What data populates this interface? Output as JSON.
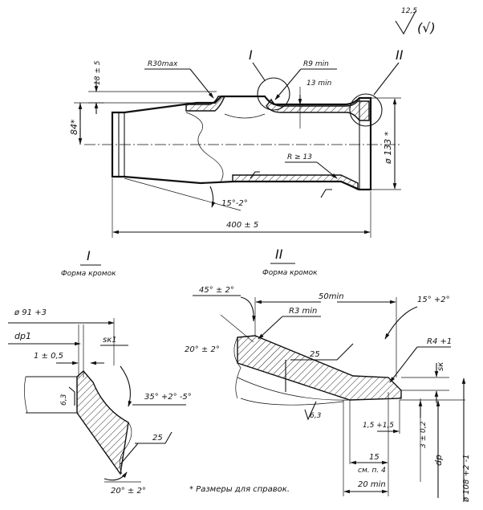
{
  "roughness": {
    "value": "12,5"
  },
  "main_view": {
    "r30": "R30max",
    "r9": "R9 min",
    "r13": "R ≥ 13",
    "min13": "13 min",
    "dim18": "18 ± 5",
    "dim84": "84*",
    "dia133": "ø 133 *",
    "angle15": "15°-2°",
    "length": "400 ± 5",
    "callout_1": "I",
    "callout_2": "II"
  },
  "detail_1": {
    "numeral": "I",
    "caption": "Форма кромок",
    "dia91": "ø 91 +3",
    "dp1": "dp1",
    "sk1": "sк1",
    "dim1": "1 ± 0,5",
    "r63": "6,3",
    "angle35": "35° +2° -5°",
    "r25": "25",
    "angle20": "20° ± 2°"
  },
  "detail_2": {
    "numeral": "II",
    "caption": "Форма кромок",
    "angle45": "45° ± 2°",
    "min50": "50min",
    "angle15": "15° +2°",
    "r3": "R3 min",
    "angle20": "20° ± 2°",
    "r25": "25",
    "r4": "R4 +1",
    "sk": "sк",
    "r63": "6,3",
    "dim15_1": "1,5 +1,5",
    "dim3": "3 ± 0,2",
    "dim15": "15",
    "note_ref": "см. п. 4",
    "min20": "20 min",
    "dp": "dp",
    "dia108": "ø 108 +2 -1"
  },
  "footnote": "* Размеры для справок."
}
